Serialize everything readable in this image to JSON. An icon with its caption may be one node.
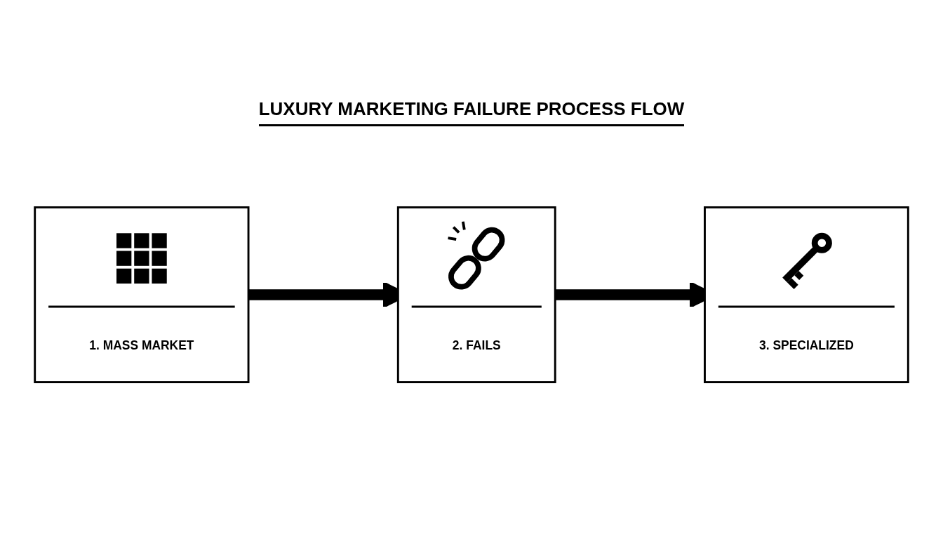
{
  "diagram": {
    "title": "LUXURY MARKETING FAILURE PROCESS FLOW",
    "nodes": [
      {
        "text": [
          "1. MASS MARKET"
        ]
      },
      {
        "text": [
          "2. FAILS"
        ]
      },
      {
        "text": [
          "3. SPECIALIZED"
        ]
      }
    ],
    "edges": [
      {
        "from": 0,
        "to": 1,
        "arrow": "to"
      },
      {
        "from": 1,
        "to": 2,
        "arrow": "to"
      }
    ]
  }
}
